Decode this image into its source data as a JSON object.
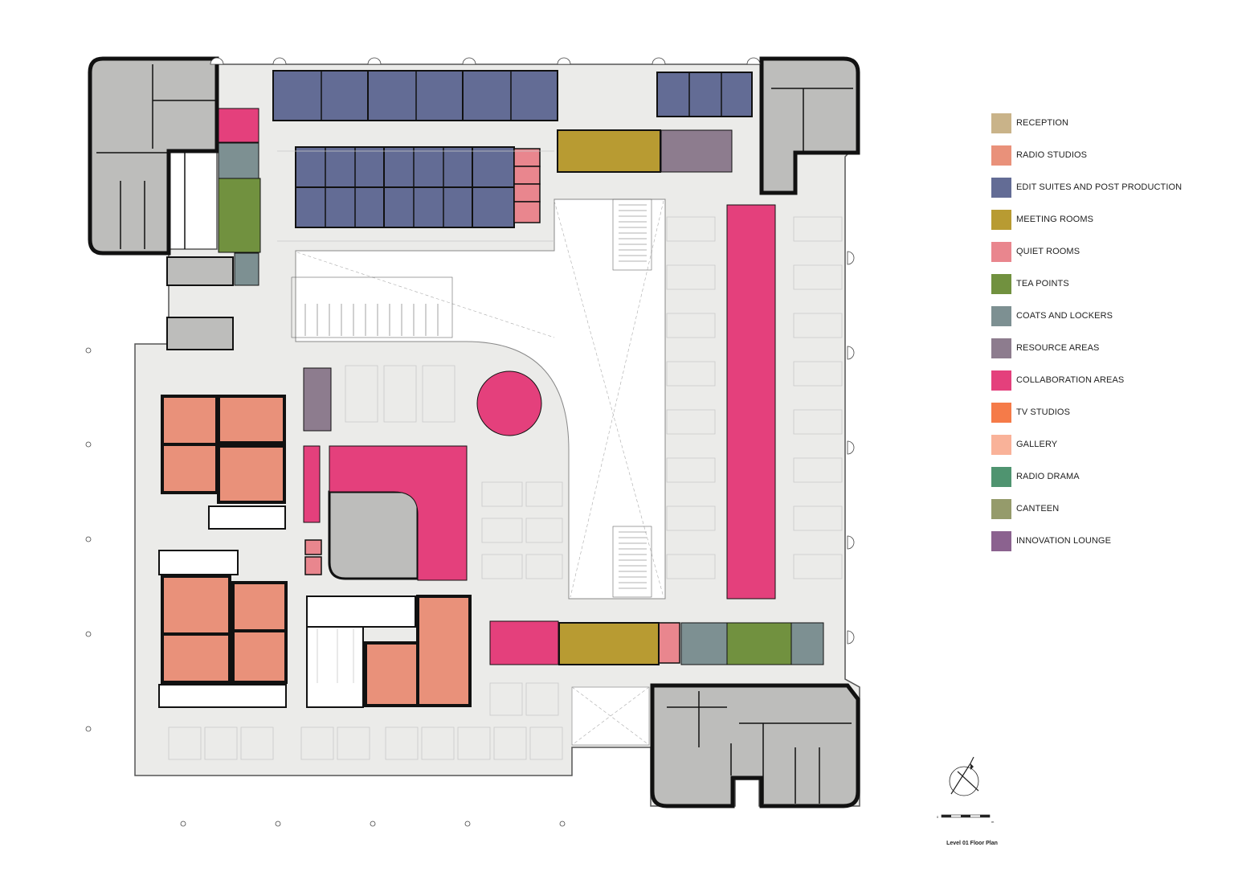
{
  "title": "Level 01 Floor Plan",
  "legend": [
    {
      "key": "reception",
      "label": "RECEPTION",
      "color": "#c9b389"
    },
    {
      "key": "radio_studios",
      "label": "RADIO STUDIOS",
      "color": "#e9917a"
    },
    {
      "key": "edit_suites",
      "label": "EDIT SUITES AND POST PRODUCTION",
      "color": "#636c95"
    },
    {
      "key": "meeting_rooms",
      "label": "MEETING ROOMS",
      "color": "#b89b32"
    },
    {
      "key": "quiet_rooms",
      "label": "QUIET ROOMS",
      "color": "#e9868e"
    },
    {
      "key": "tea_points",
      "label": "TEA POINTS",
      "color": "#71913f"
    },
    {
      "key": "coats_lockers",
      "label": "COATS AND LOCKERS",
      "color": "#7d9092"
    },
    {
      "key": "resource_areas",
      "label": "RESOURCE AREAS",
      "color": "#8d7c8e"
    },
    {
      "key": "collaboration_areas",
      "label": "COLLABORATION AREAS",
      "color": "#e4407c"
    },
    {
      "key": "tv_studios",
      "label": "TV STUDIOS",
      "color": "#f57b49"
    },
    {
      "key": "gallery",
      "label": "GALLERY",
      "color": "#f9b299"
    },
    {
      "key": "radio_drama",
      "label": "RADIO DRAMA",
      "color": "#4f9470"
    },
    {
      "key": "canteen",
      "label": "CANTEEN",
      "color": "#959b6b"
    },
    {
      "key": "innovation_lounge",
      "label": "INNOVATION LOUNGE",
      "color": "#8b628f"
    }
  ],
  "scale_bar": {
    "start_label": "0",
    "end_label": "m"
  },
  "colors": {
    "floor": "#ebebe9",
    "core": "#bdbdbb",
    "wall": "#111111",
    "void": "#ffffff"
  }
}
